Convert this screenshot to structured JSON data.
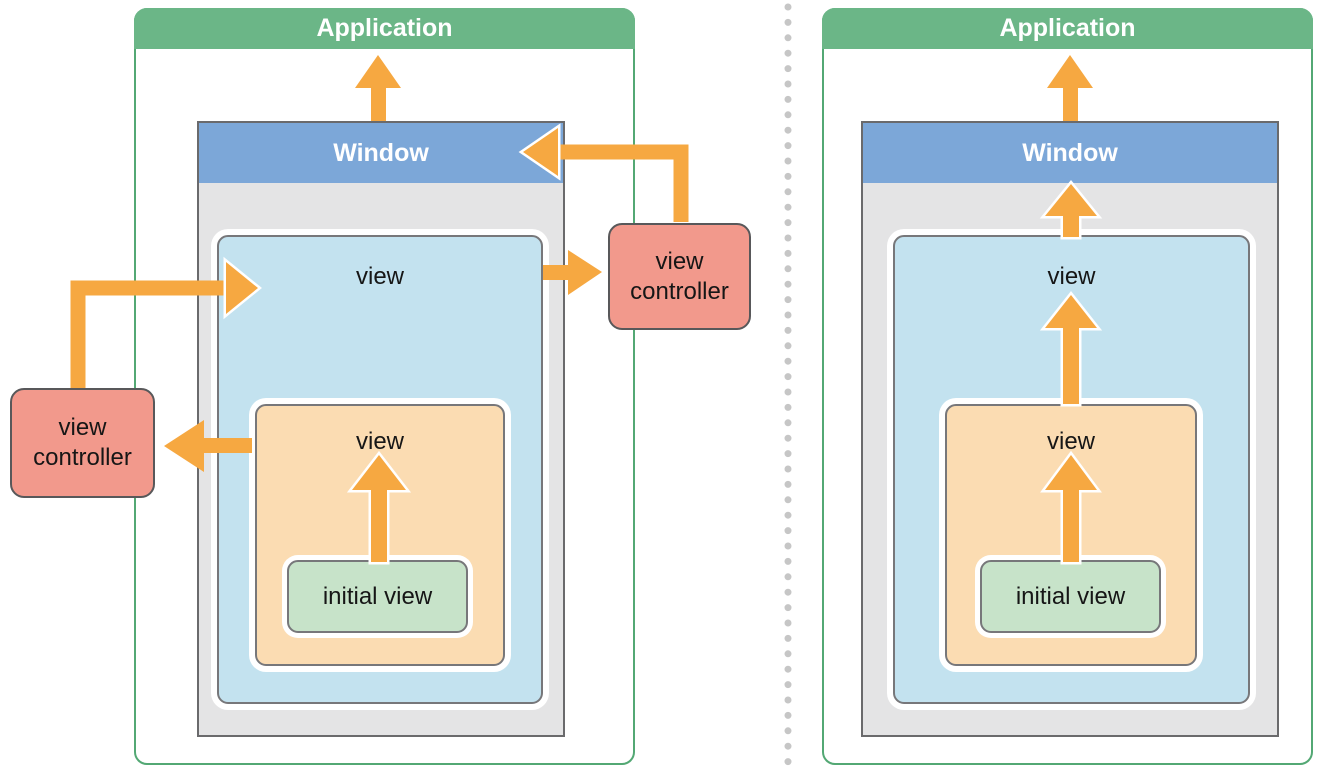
{
  "colors": {
    "app-green": "#6bb687",
    "app-border-green": "#53a874",
    "window-blue": "#7ca7d8",
    "window-gray": "#e4e4e5",
    "window-border": "#6a6a6c",
    "view-blue": "#c3e2ef",
    "view-orange": "#fbdcb2",
    "view-border": "#77777a",
    "initial-green": "#c7e3c9",
    "controller-salmon": "#f2998c",
    "box-border": "#58585a",
    "arrow-orange": "#f6a841",
    "divider-dot": "#c6c6c6",
    "label-dark": "#161616",
    "header-text": "#ffffff"
  },
  "left_panel": {
    "application_label": "Application",
    "window_label": "Window",
    "outer_view_label": "view",
    "inner_view_label": "view",
    "initial_view_label": "initial view",
    "left_view_controller_label": "view controller",
    "right_view_controller_label": "view controller"
  },
  "right_panel": {
    "application_label": "Application",
    "window_label": "Window",
    "outer_view_label": "view",
    "inner_view_label": "view",
    "initial_view_label": "initial view"
  }
}
